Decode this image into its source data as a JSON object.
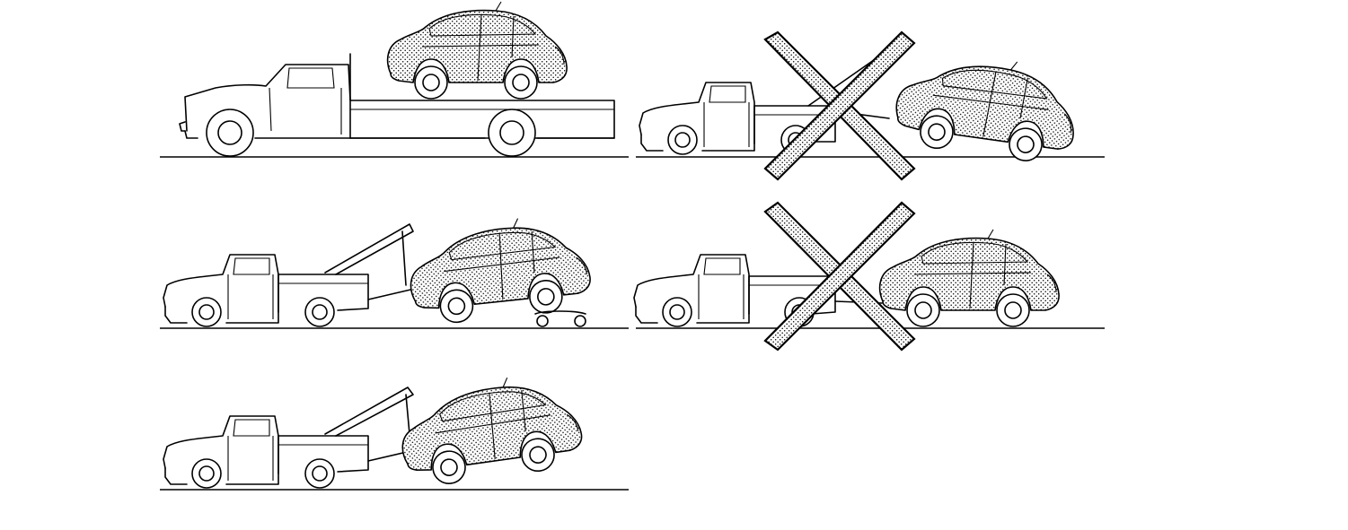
{
  "figure": {
    "panels": [
      {
        "id": "flatbed",
        "vehicle": "pickup-flatbed-carrier",
        "towed_car": "on-bed",
        "allowed": true
      },
      {
        "id": "wheel-lift-front-wrong",
        "vehicle": "pickup-sling-tow",
        "towed_car": "rear-raised",
        "allowed": false
      },
      {
        "id": "wheel-lift-dolly",
        "vehicle": "wrecker-boom",
        "towed_car": "front-raised-rear-on-dollies",
        "allowed": true
      },
      {
        "id": "tow-bar-wrong",
        "vehicle": "pickup-tow-bar",
        "towed_car": "all-wheels-on-ground",
        "allowed": false
      },
      {
        "id": "wheel-lift-front",
        "vehicle": "wrecker-boom",
        "towed_car": "front-raised",
        "allowed": true
      }
    ],
    "colors": {
      "line": "#000000",
      "background": "#ffffff",
      "stipple": "#000000"
    },
    "icons": {
      "prohibited": "x-cross-icon"
    }
  }
}
